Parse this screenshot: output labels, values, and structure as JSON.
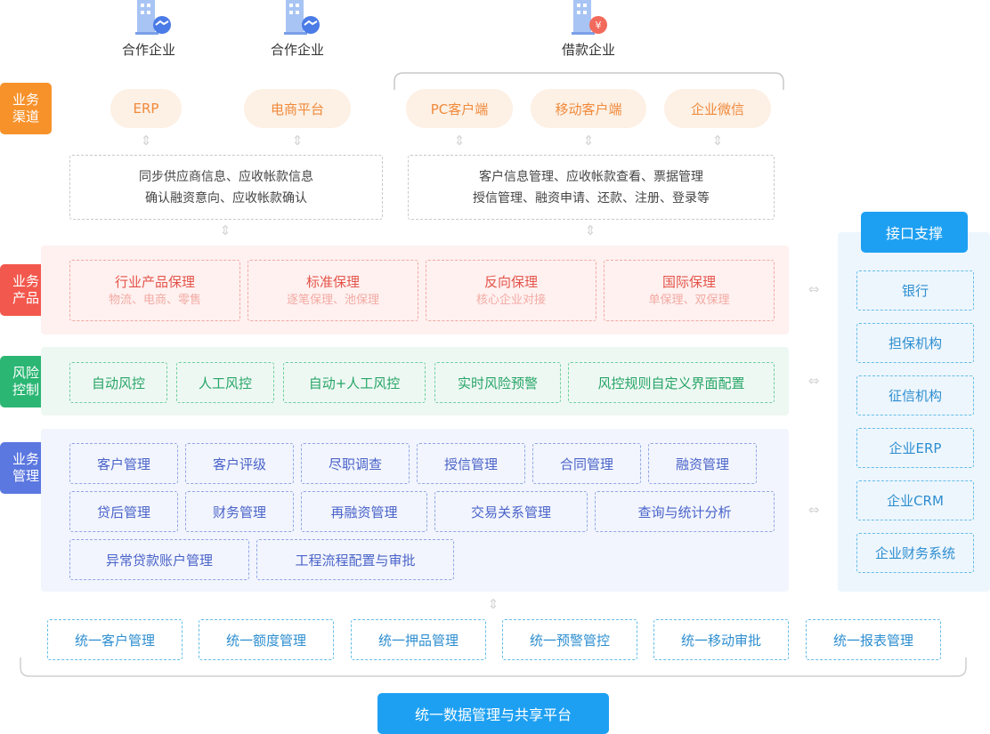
{
  "companies": [
    {
      "label": "合作企业",
      "icon": "building-handshake-icon"
    },
    {
      "label": "合作企业",
      "icon": "building-handshake-icon"
    },
    {
      "label": "借款企业",
      "icon": "building-money-icon"
    }
  ],
  "side_labels": {
    "channel": "业务\n渠道",
    "product": "业务\n产品",
    "risk": "风险\n控制",
    "management": "业务\n管理"
  },
  "channels": [
    "ERP",
    "电商平台",
    "PC客户端",
    "移动客户端",
    "企业微信"
  ],
  "info_boxes": {
    "partner": [
      "同步供应商信息、应收帐款信息",
      "确认融资意向、应收帐款确认"
    ],
    "borrower": [
      "客户信息管理、应收帐款查看、票据管理",
      "授信管理、融资申请、还款、注册、登录等"
    ]
  },
  "products": [
    {
      "title": "行业产品保理",
      "sub": "物流、电商、零售"
    },
    {
      "title": "标准保理",
      "sub": "逐笔保理、池保理"
    },
    {
      "title": "反向保理",
      "sub": "核心企业对接"
    },
    {
      "title": "国际保理",
      "sub": "单保理、双保理"
    }
  ],
  "risk": [
    "自动风控",
    "人工风控",
    "自动+人工风控",
    "实时风险预警",
    "风控规则自定义界面配置"
  ],
  "management": {
    "row1": [
      "客户管理",
      "客户评级",
      "尽职调查",
      "授信管理",
      "合同管理",
      "融资管理"
    ],
    "row2": [
      "贷后管理",
      "财务管理",
      "再融资管理",
      "交易关系管理",
      "查询与统计分析"
    ],
    "row3": [
      "异常贷款账户管理",
      "工程流程配置与审批"
    ]
  },
  "interface": {
    "title": "接口支撑",
    "items": [
      "银行",
      "担保机构",
      "征信机构",
      "企业ERP",
      "企业CRM",
      "企业财务系统"
    ]
  },
  "unified": [
    "统一客户管理",
    "统一额度管理",
    "统一押品管理",
    "统一预警管控",
    "统一移动审批",
    "统一报表管理"
  ],
  "platform": "统一数据管理与共享平台",
  "colors": {
    "channel": "#f7922b",
    "product": "#f2584d",
    "risk": "#2bb673",
    "management": "#5b77e0",
    "interface": "#1ea0f2"
  }
}
